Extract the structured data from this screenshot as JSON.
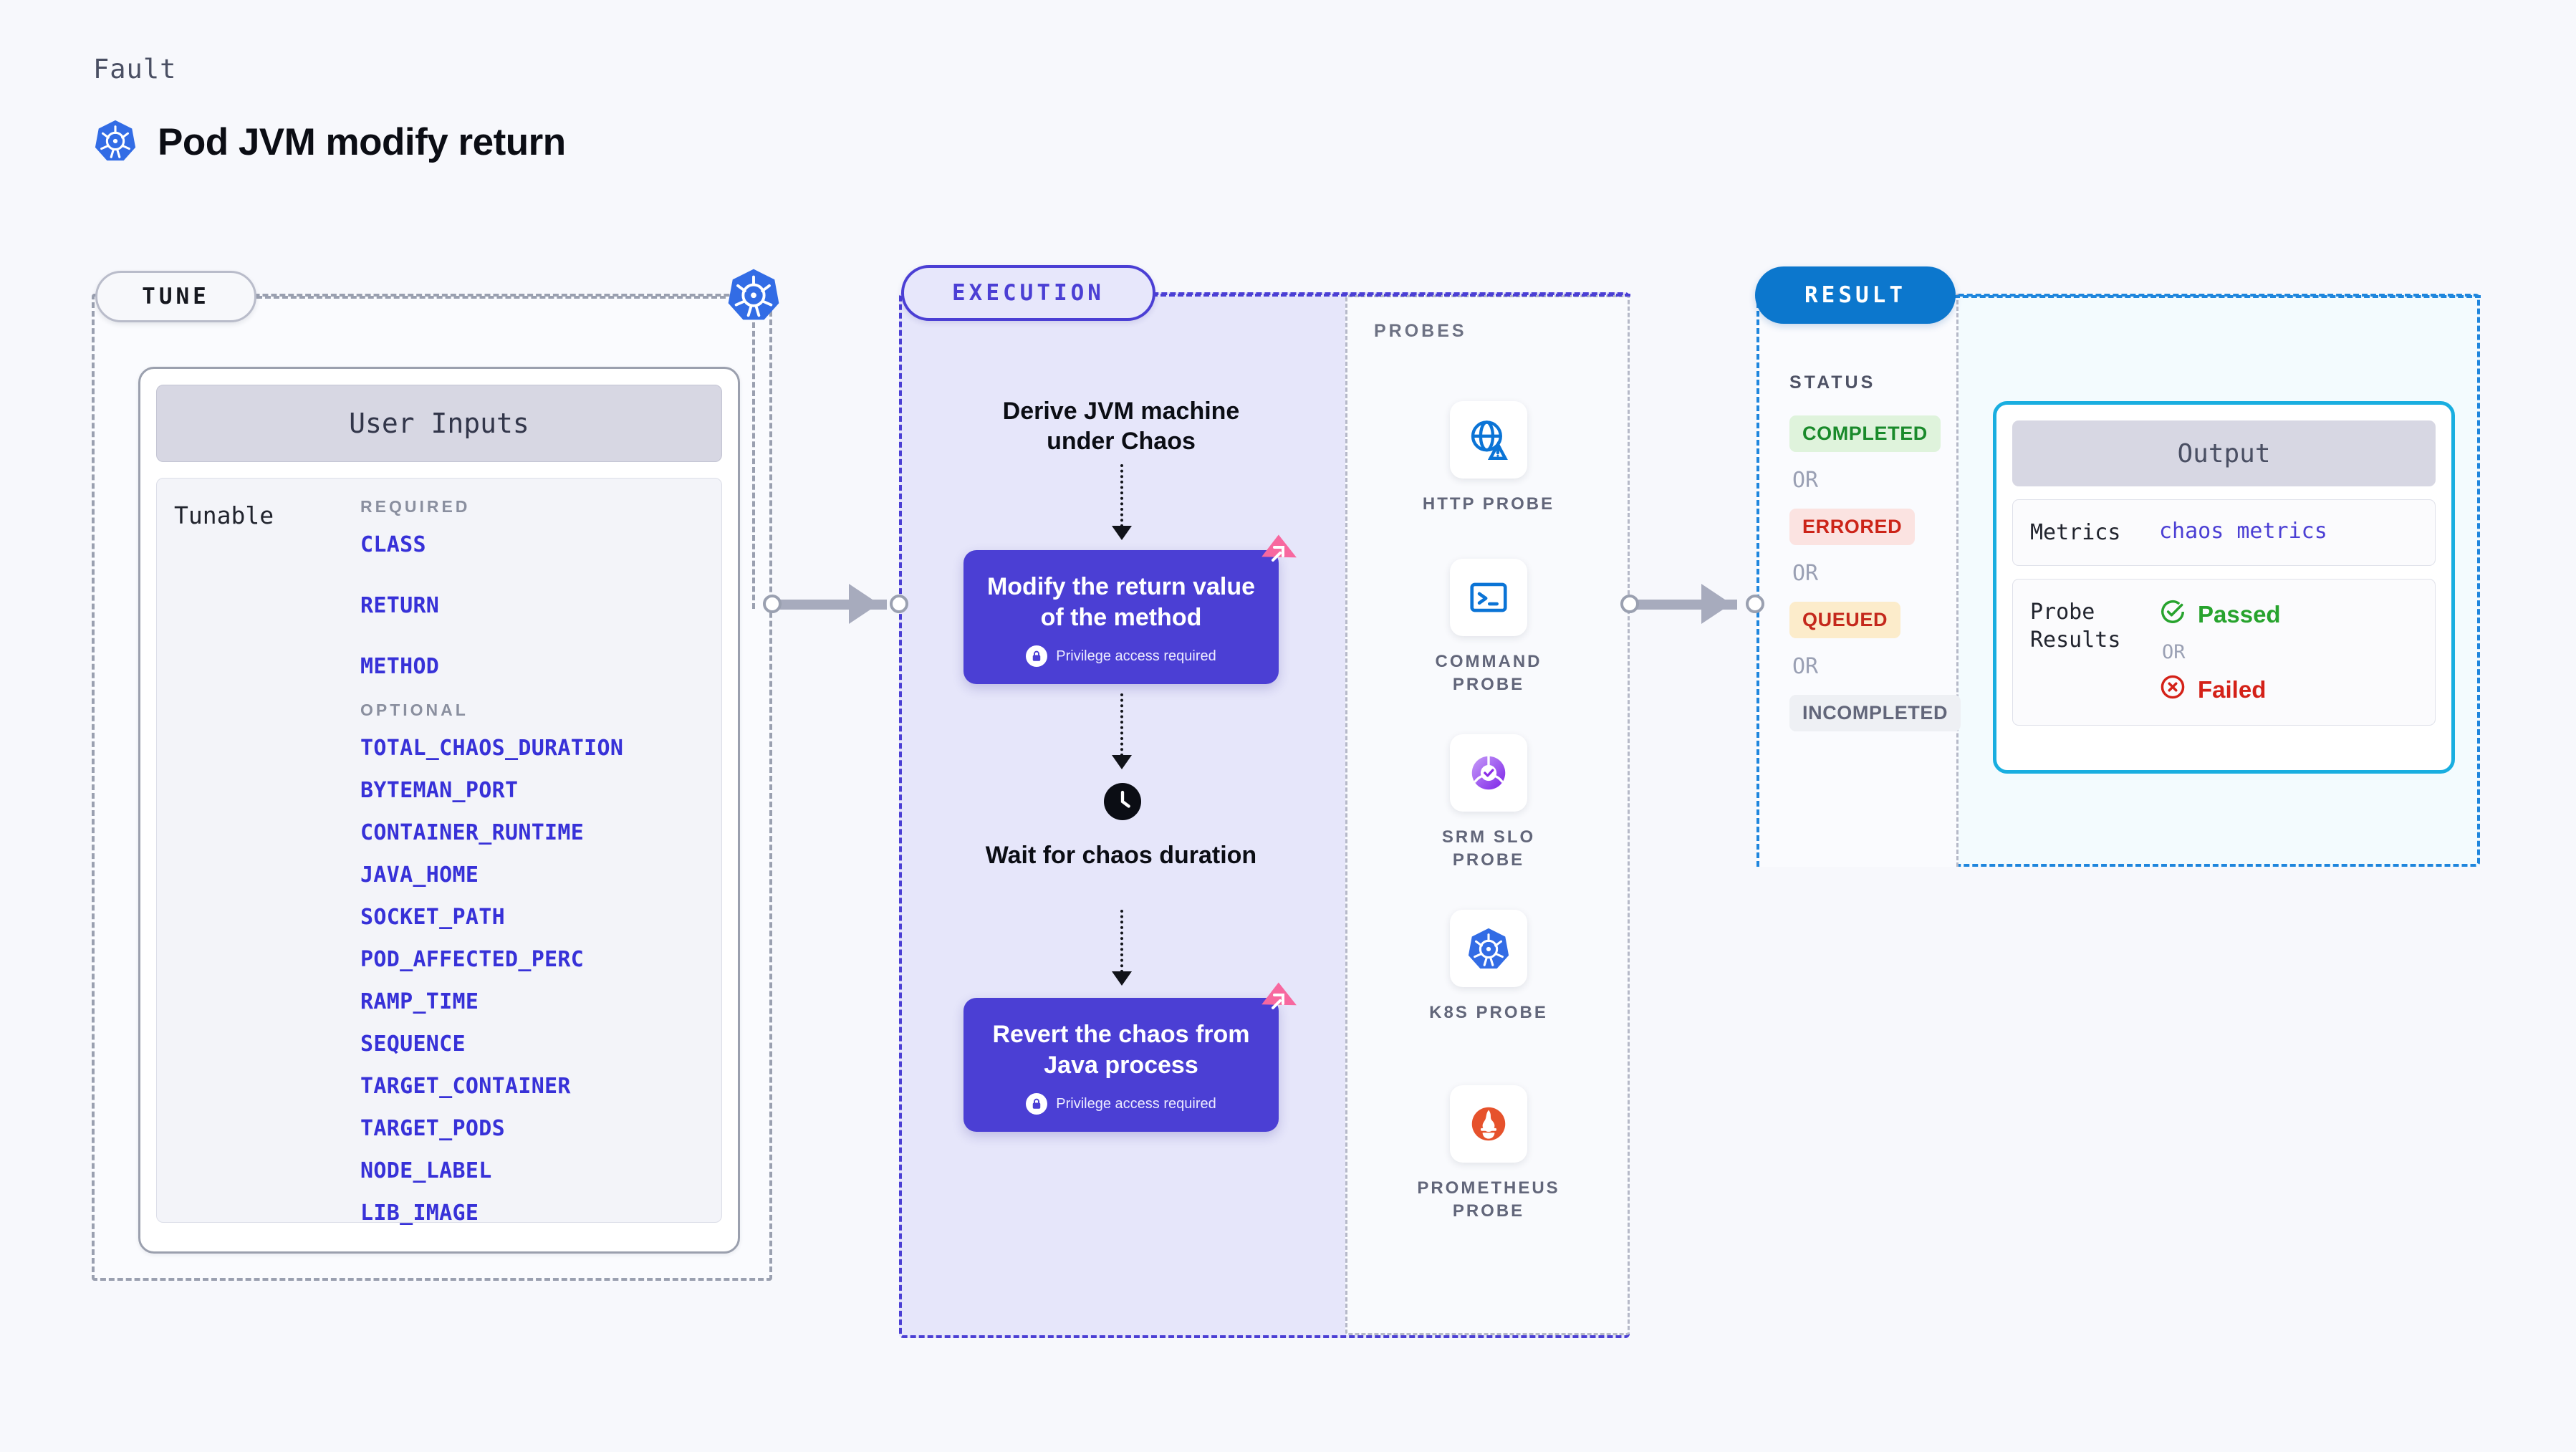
{
  "header": {
    "kicker": "Fault",
    "title": "Pod JVM modify return",
    "icon": "kubernetes-icon"
  },
  "tune": {
    "pill_label": "TUNE",
    "card_title": "User Inputs",
    "tunable_label": "Tunable",
    "required_label": "REQUIRED",
    "optional_label": "OPTIONAL",
    "required": [
      "CLASS",
      "RETURN",
      "METHOD"
    ],
    "optional": [
      "TOTAL_CHAOS_DURATION",
      "BYTEMAN_PORT",
      "CONTAINER_RUNTIME",
      "JAVA_HOME",
      "SOCKET_PATH",
      "POD_AFFECTED_PERC",
      "RAMP_TIME",
      "SEQUENCE",
      "TARGET_CONTAINER",
      "TARGET_PODS",
      "NODE_LABEL",
      "LIB_IMAGE"
    ]
  },
  "execution": {
    "pill_label": "EXECUTION",
    "steps": [
      {
        "type": "text",
        "label": "Derive JVM machine under Chaos"
      },
      {
        "type": "card",
        "label": "Modify the return value of the method",
        "note": "Privilege access required",
        "badge": "ribbon-badge",
        "lock_icon": "lock-icon"
      },
      {
        "type": "text",
        "label": "Wait for chaos duration",
        "icon": "clock-icon"
      },
      {
        "type": "card",
        "label": "Revert the chaos from Java process",
        "note": "Privilege access required",
        "badge": "ribbon-badge",
        "lock_icon": "lock-icon"
      }
    ]
  },
  "probes": {
    "title": "PROBES",
    "items": [
      {
        "label": "HTTP PROBE",
        "icon": "globe-warning-icon"
      },
      {
        "label": "COMMAND PROBE",
        "icon": "terminal-icon"
      },
      {
        "label": "SRM SLO PROBE",
        "icon": "gauge-check-icon"
      },
      {
        "label": "K8S PROBE",
        "icon": "kubernetes-icon"
      },
      {
        "label": "PROMETHEUS PROBE",
        "icon": "prometheus-flame-icon"
      }
    ]
  },
  "result": {
    "pill_label": "RESULT",
    "status_title": "STATUS",
    "or_label": "OR",
    "statuses": [
      {
        "label": "COLOR-COMPLETED",
        "text": "COMPLETED",
        "bg": "#dff3dc",
        "fg": "#1a8a2b"
      },
      {
        "label": "COLOR-ERRORED",
        "text": "ERRORED",
        "bg": "#fbe3e1",
        "fg": "#cc2418"
      },
      {
        "label": "COLOR-QUEUED",
        "text": "QUEUED",
        "bg": "#fceccb",
        "fg": "#c4281c"
      },
      {
        "label": "COLOR-INCOMPLETED",
        "text": "INCOMPLETED",
        "bg": "#eef0f4",
        "fg": "#62667a"
      }
    ],
    "output": {
      "title": "Output",
      "metrics_key": "Metrics",
      "metrics_value": "chaos metrics",
      "probe_results_key": "Probe Results",
      "passed": "Passed",
      "failed": "Failed",
      "or_label": "OR",
      "passed_icon": "check-circle-icon",
      "failed_icon": "x-circle-icon"
    }
  },
  "colors": {
    "accent_purple": "#4b3fd4",
    "accent_blue": "#0c77cd",
    "accent_cyan": "#19aee0",
    "k8s_blue": "#326ce5",
    "ribbon_pink": "#f7689f",
    "param_blue": "#3731d8"
  }
}
